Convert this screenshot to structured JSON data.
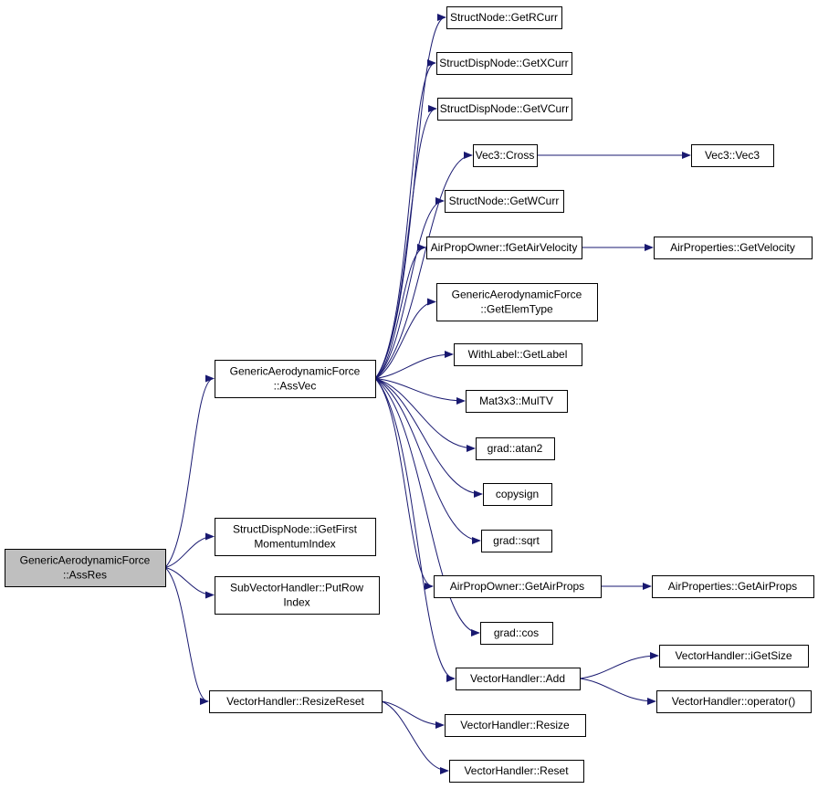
{
  "colors": {
    "edge": "#191970",
    "root_fill": "#bfbfbf",
    "node_fill": "#ffffff",
    "border": "#000000"
  },
  "nodes": [
    {
      "id": "root",
      "lines": [
        "GenericAerodynamicForce",
        "::AssRes"
      ],
      "root": true
    },
    {
      "id": "assvec",
      "lines": [
        "GenericAerodynamicForce",
        "::AssVec"
      ]
    },
    {
      "id": "igetfirst",
      "lines": [
        "StructDispNode::iGetFirst",
        "MomentumIndex"
      ]
    },
    {
      "id": "putrow",
      "lines": [
        "SubVectorHandler::PutRow",
        "Index"
      ]
    },
    {
      "id": "resizereset",
      "lines": [
        "VectorHandler::ResizeReset"
      ]
    },
    {
      "id": "getrcurr",
      "lines": [
        "StructNode::GetRCurr"
      ]
    },
    {
      "id": "getxcurr",
      "lines": [
        "StructDispNode::GetXCurr"
      ]
    },
    {
      "id": "getvcurr",
      "lines": [
        "StructDispNode::GetVCurr"
      ]
    },
    {
      "id": "cross",
      "lines": [
        "Vec3::Cross"
      ]
    },
    {
      "id": "vec3",
      "lines": [
        "Vec3::Vec3"
      ]
    },
    {
      "id": "getwcurr",
      "lines": [
        "StructNode::GetWCurr"
      ]
    },
    {
      "id": "fgetairvel",
      "lines": [
        "AirPropOwner::fGetAirVelocity"
      ]
    },
    {
      "id": "getvelocity",
      "lines": [
        "AirProperties::GetVelocity"
      ]
    },
    {
      "id": "getelemtype",
      "lines": [
        "GenericAerodynamicForce",
        "::GetElemType"
      ]
    },
    {
      "id": "getlabel",
      "lines": [
        "WithLabel::GetLabel"
      ]
    },
    {
      "id": "multv",
      "lines": [
        "Mat3x3::MulTV"
      ]
    },
    {
      "id": "atan2",
      "lines": [
        "grad::atan2"
      ]
    },
    {
      "id": "copysign",
      "lines": [
        "copysign"
      ]
    },
    {
      "id": "sqrt",
      "lines": [
        "grad::sqrt"
      ]
    },
    {
      "id": "getairprops",
      "lines": [
        "AirPropOwner::GetAirProps"
      ]
    },
    {
      "id": "apgetairprops",
      "lines": [
        "AirProperties::GetAirProps"
      ]
    },
    {
      "id": "cos",
      "lines": [
        "grad::cos"
      ]
    },
    {
      "id": "add",
      "lines": [
        "VectorHandler::Add"
      ]
    },
    {
      "id": "igetsize",
      "lines": [
        "VectorHandler::iGetSize"
      ]
    },
    {
      "id": "operator",
      "lines": [
        "VectorHandler::operator()"
      ]
    },
    {
      "id": "resize",
      "lines": [
        "VectorHandler::Resize"
      ]
    },
    {
      "id": "reset",
      "lines": [
        "VectorHandler::Reset"
      ]
    }
  ],
  "edges": [
    [
      "root",
      "assvec"
    ],
    [
      "root",
      "igetfirst"
    ],
    [
      "root",
      "putrow"
    ],
    [
      "root",
      "resizereset"
    ],
    [
      "assvec",
      "getrcurr"
    ],
    [
      "assvec",
      "getxcurr"
    ],
    [
      "assvec",
      "getvcurr"
    ],
    [
      "assvec",
      "cross"
    ],
    [
      "assvec",
      "getwcurr"
    ],
    [
      "assvec",
      "fgetairvel"
    ],
    [
      "assvec",
      "getelemtype"
    ],
    [
      "assvec",
      "getlabel"
    ],
    [
      "assvec",
      "multv"
    ],
    [
      "assvec",
      "atan2"
    ],
    [
      "assvec",
      "copysign"
    ],
    [
      "assvec",
      "sqrt"
    ],
    [
      "assvec",
      "getairprops"
    ],
    [
      "assvec",
      "cos"
    ],
    [
      "assvec",
      "add"
    ],
    [
      "cross",
      "vec3"
    ],
    [
      "fgetairvel",
      "getvelocity"
    ],
    [
      "getairprops",
      "apgetairprops"
    ],
    [
      "add",
      "igetsize"
    ],
    [
      "add",
      "operator"
    ],
    [
      "resizereset",
      "resize"
    ],
    [
      "resizereset",
      "reset"
    ]
  ]
}
